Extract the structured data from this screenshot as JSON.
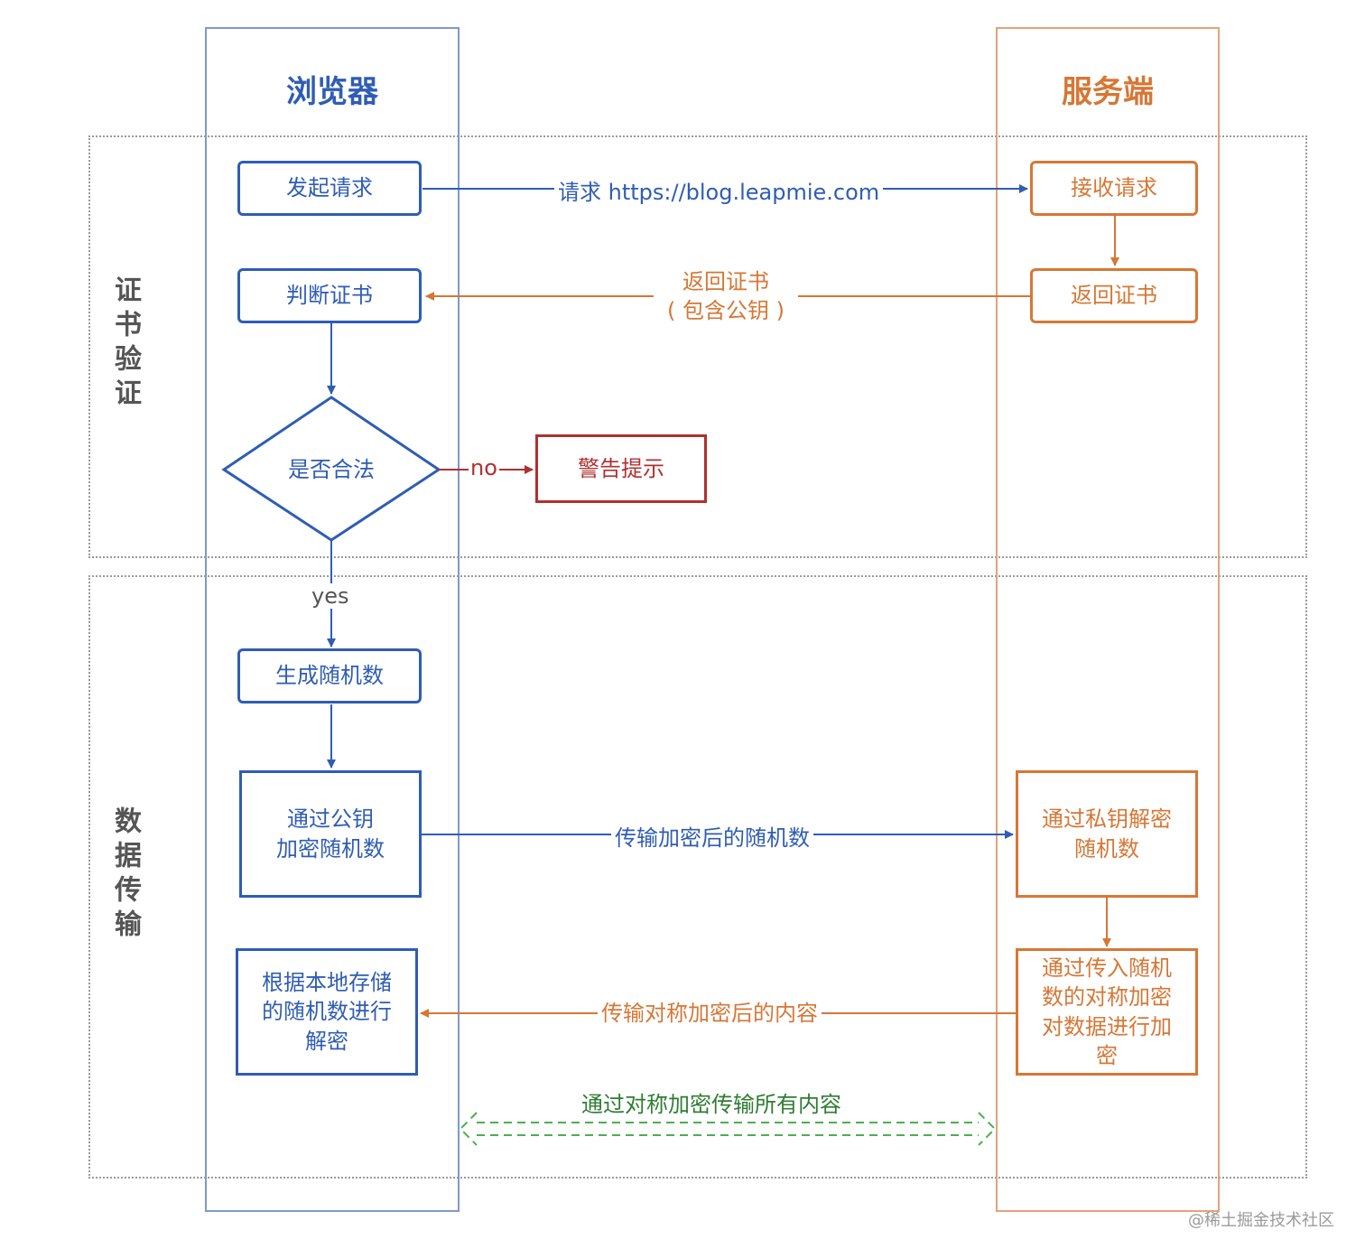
{
  "lanes": {
    "browser": {
      "title": "浏览器",
      "color": "#2f5db3"
    },
    "server": {
      "title": "服务端",
      "color": "#d67736"
    }
  },
  "sections": {
    "cert": {
      "label": "证书验证"
    },
    "transfer": {
      "label": "数据传输"
    }
  },
  "nodes": {
    "send_request": "发起请求",
    "receive_request": "接收请求",
    "return_cert_server": "返回证书",
    "check_cert": "判断证书",
    "is_valid": "是否合法",
    "warning": "警告提示",
    "gen_random": "生成随机数",
    "encrypt_random": "通过公钥\n加密随机数",
    "decrypt_random": "通过私钥解密\n随机数",
    "server_encrypt": "通过传入随机\n数的对称加密\n对数据进行加\n密",
    "client_decrypt": "根据本地存储\n的随机数进行\n解密"
  },
  "edges": {
    "request": "请求 https://blog.leapmie.com",
    "return_cert": "返回证书\n( 包含公钥 )",
    "no": "no",
    "yes": "yes",
    "send_encrypted_random": "传输加密后的随机数",
    "send_encrypted_content": "传输对称加密后的内容",
    "all_symmetric": "通过对称加密传输所有内容"
  },
  "colors": {
    "blue": "#2f5db3",
    "orange": "#d67736",
    "red": "#b03030",
    "green": "#2e7d32",
    "gray": "#9a9a9a"
  },
  "watermark": "@稀土掘金技术社区"
}
